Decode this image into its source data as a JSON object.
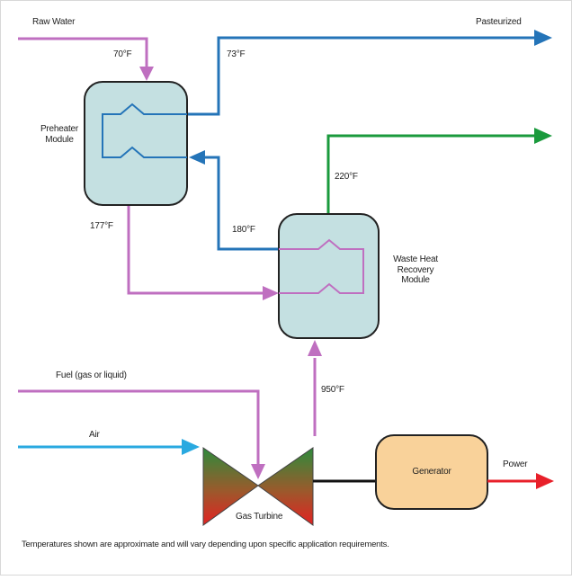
{
  "labels": {
    "raw_water": "Raw Water",
    "pasteurized": "Pasteurized",
    "temp_raw_in": "70°F",
    "temp_pasteurized_out": "73°F",
    "preheater_line1": "Preheater",
    "preheater_line2": "Module",
    "temp_preheater_out": "177°F",
    "temp_return": "180°F",
    "temp_hot_out": "220°F",
    "whr_line1": "Waste Heat",
    "whr_line2": "Recovery",
    "whr_line3": "Module",
    "fuel": "Fuel (gas or liquid)",
    "air": "Air",
    "temp_exhaust": "950°F",
    "gas_turbine": "Gas Turbine",
    "generator": "Generator",
    "power": "Power"
  },
  "footnote": "Temperatures shown are approximate and will vary depending upon specific application requirements.",
  "colors": {
    "raw_water_line": "#bf6fc0",
    "pasteurized_line": "#2474b8",
    "hot_water_line": "#1a9a3c",
    "air_line": "#29a9e0",
    "power_line": "#e8202a",
    "shaft_line": "#111111",
    "module_fill": "#c4e0e1",
    "generator_fill": "#f9d29a",
    "turbine_top": "#2e8b3c",
    "turbine_bottom": "#e32222"
  }
}
